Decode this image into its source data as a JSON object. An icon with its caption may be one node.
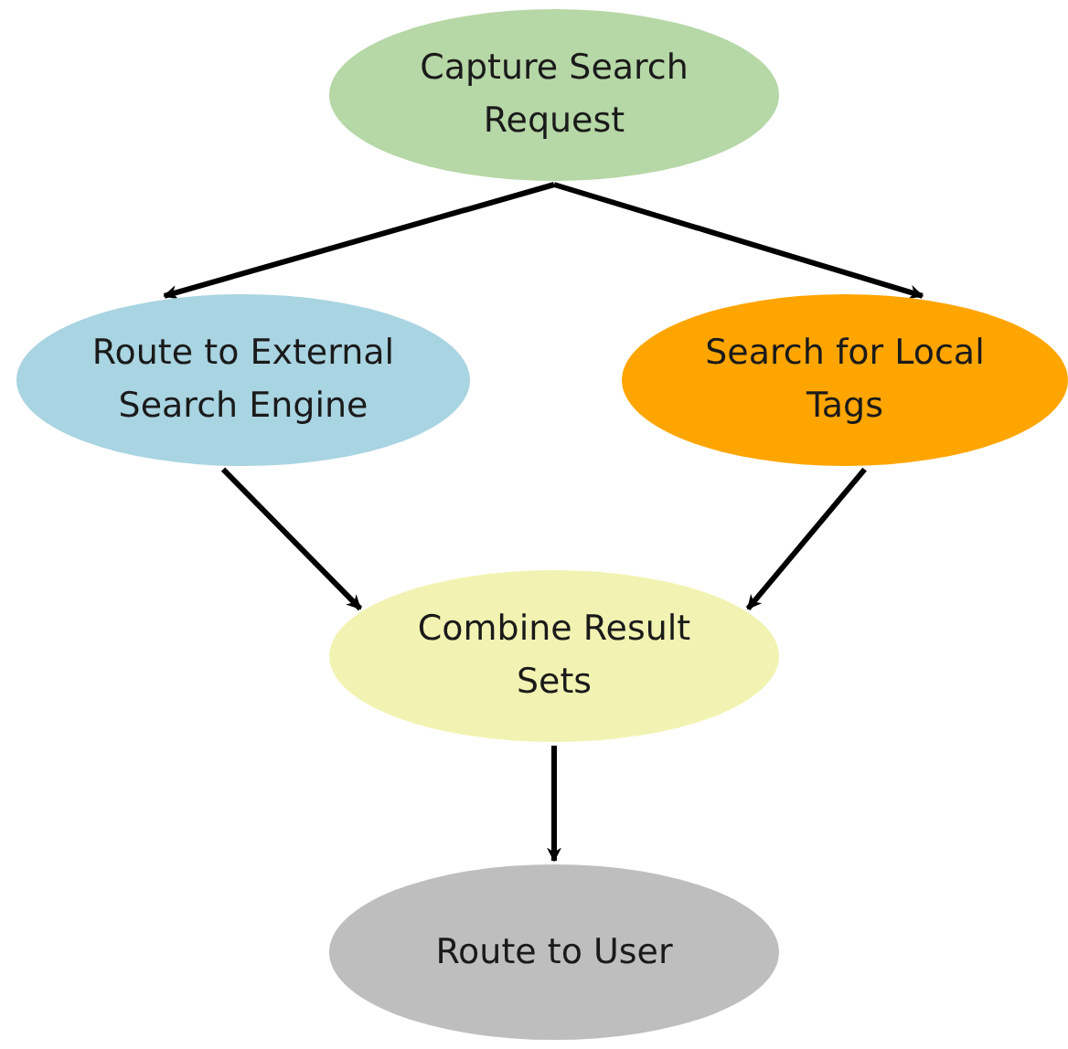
{
  "diagram": {
    "nodes": [
      {
        "text": [
          "Capture Search Request"
        ]
      },
      {
        "text": [
          "Route to External Search Engine"
        ]
      },
      {
        "text": [
          "Search for Local Tags"
        ]
      },
      {
        "text": [
          "Combine Result Sets"
        ]
      },
      {
        "text": [
          "Route to User"
        ]
      }
    ],
    "edges": [
      {
        "from": 0,
        "to": 1,
        "arrow": "to"
      },
      {
        "from": 0,
        "to": 2,
        "arrow": "to"
      },
      {
        "from": 1,
        "to": 3,
        "arrow": "to"
      },
      {
        "from": 2,
        "to": 3,
        "arrow": "to"
      },
      {
        "from": 3,
        "to": 4,
        "arrow": "to"
      }
    ]
  }
}
